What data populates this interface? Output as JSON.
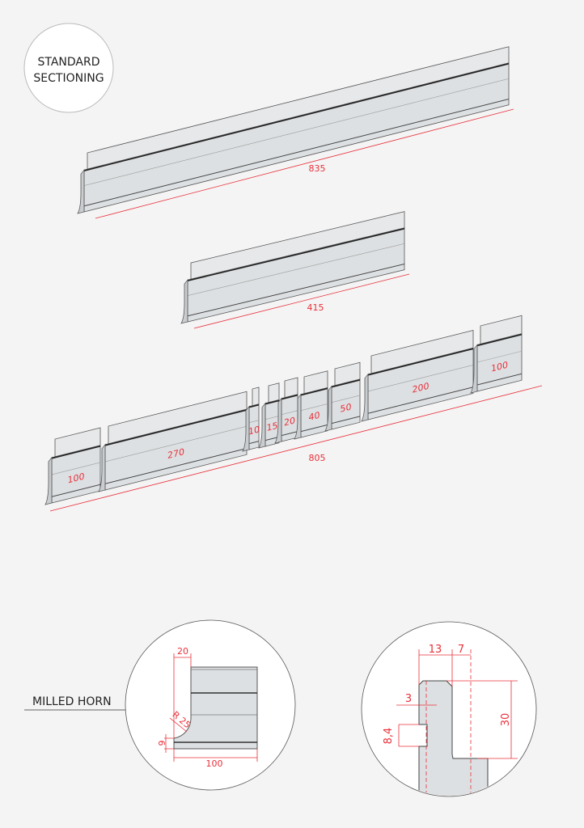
{
  "badge": {
    "line1": "STANDARD",
    "line2": "SECTIONING"
  },
  "bars": {
    "full_835": "835",
    "full_415": "415",
    "sectioned_total": "805",
    "segments": [
      "100",
      "270",
      "10",
      "15",
      "20",
      "40",
      "50",
      "200",
      "100"
    ]
  },
  "detail_left": {
    "callout": "MILLED HORN",
    "dim_width_top": "20",
    "dim_radius": "R 25",
    "dim_height": "9",
    "dim_length": "100"
  },
  "detail_right": {
    "dim_a": "13",
    "dim_b": "7",
    "dim_c": "3",
    "dim_d": "8,4",
    "dim_e": "30"
  },
  "colors": {
    "dimension": "#e8303a",
    "part": "#dde0e2",
    "outline": "#444444"
  }
}
